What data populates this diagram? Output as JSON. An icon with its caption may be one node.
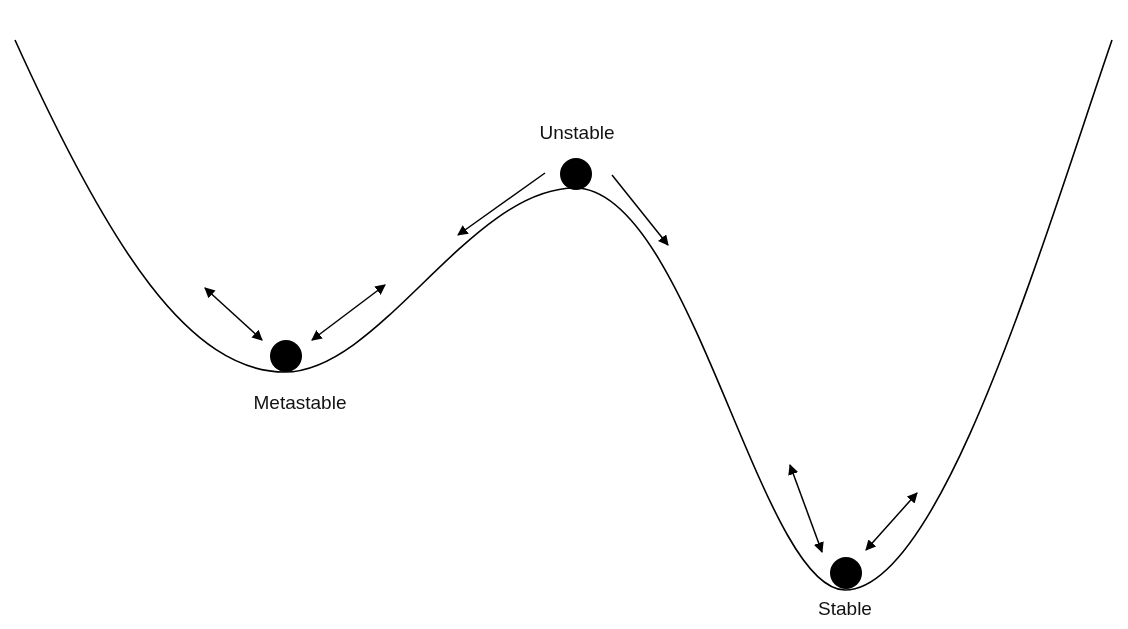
{
  "diagram": {
    "nodes": [
      {
        "text": [],
        "shape": "circle",
        "beside": [
          "Unstable"
        ]
      },
      {
        "text": [],
        "shape": "circle",
        "beside": [
          "Metastable"
        ]
      },
      {
        "text": [],
        "shape": "circle",
        "beside": [
          "Stable"
        ]
      }
    ]
  }
}
